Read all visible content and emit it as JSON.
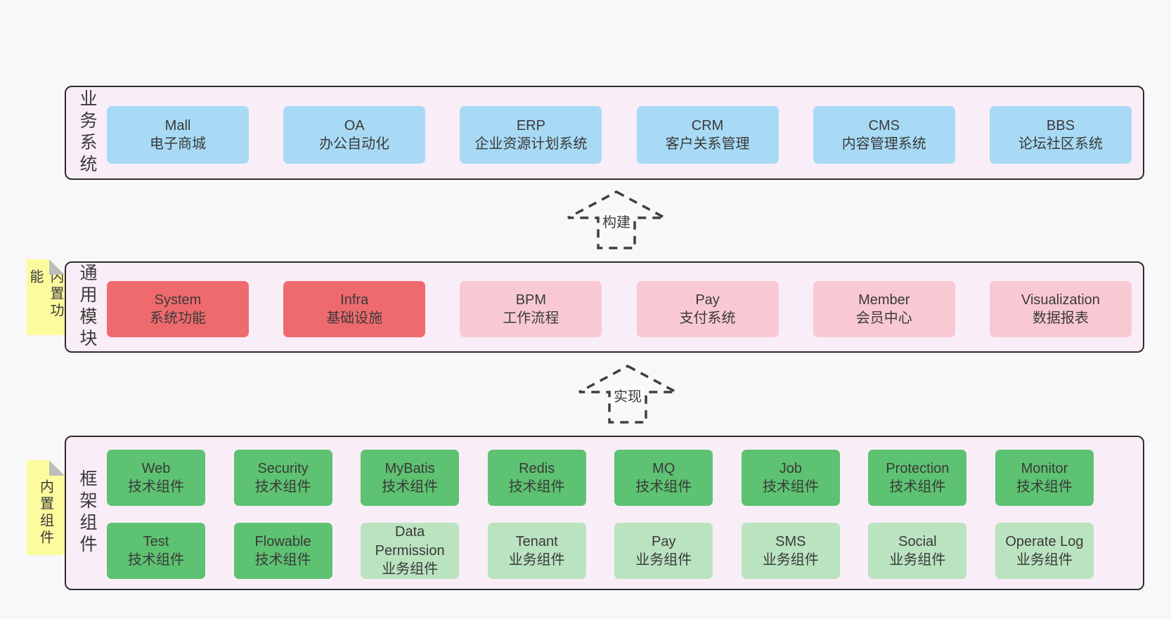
{
  "colors": {
    "page_bg": "#f8f8f8",
    "container_fill": "#f9eef7",
    "container_border": "#2d2d2d",
    "blue": "#a8daf5",
    "red": "#ef6a6d",
    "pink": "#f9c9d3",
    "green": "#5dc271",
    "green_light": "#bae3bf",
    "note_yellow": "#fcfc9e",
    "note_fold": "#bcbcbc",
    "text": "#3a3a3a"
  },
  "arrows": [
    {
      "label": "构建"
    },
    {
      "label": "实现"
    }
  ],
  "layers": {
    "business": {
      "title": "业务系统",
      "boxes": [
        {
          "en": "Mall",
          "zh": "电子商城"
        },
        {
          "en": "OA",
          "zh": "办公自动化"
        },
        {
          "en": "ERP",
          "zh": "企业资源计划系统"
        },
        {
          "en": "CRM",
          "zh": "客户关系管理"
        },
        {
          "en": "CMS",
          "zh": "内容管理系统"
        },
        {
          "en": "BBS",
          "zh": "论坛社区系统"
        }
      ]
    },
    "modules": {
      "title": "通用模块",
      "note": "内置功能",
      "boxes": [
        {
          "en": "System",
          "zh": "系统功能"
        },
        {
          "en": "Infra",
          "zh": "基础设施"
        },
        {
          "en": "BPM",
          "zh": "工作流程"
        },
        {
          "en": "Pay",
          "zh": "支付系统"
        },
        {
          "en": "Member",
          "zh": "会员中心"
        },
        {
          "en": "Visualization",
          "zh": "数据报表"
        }
      ]
    },
    "framework": {
      "title": "框架组件",
      "note": "内置组件",
      "rows": [
        [
          {
            "en": "Web",
            "zh": "技术组件"
          },
          {
            "en": "Security",
            "zh": "技术组件"
          },
          {
            "en": "MyBatis",
            "zh": "技术组件"
          },
          {
            "en": "Redis",
            "zh": "技术组件"
          },
          {
            "en": "MQ",
            "zh": "技术组件"
          },
          {
            "en": "Job",
            "zh": "技术组件"
          },
          {
            "en": "Protection",
            "zh": "技术组件"
          },
          {
            "en": "Monitor",
            "zh": "技术组件"
          }
        ],
        [
          {
            "en": "Test",
            "zh": "技术组件"
          },
          {
            "en": "Flowable",
            "zh": "技术组件"
          },
          {
            "en": "Data Permission",
            "zh": "业务组件"
          },
          {
            "en": "Tenant",
            "zh": "业务组件"
          },
          {
            "en": "Pay",
            "zh": "业务组件"
          },
          {
            "en": "SMS",
            "zh": "业务组件"
          },
          {
            "en": "Social",
            "zh": "业务组件"
          },
          {
            "en": "Operate Log",
            "zh": "业务组件"
          }
        ]
      ]
    }
  }
}
